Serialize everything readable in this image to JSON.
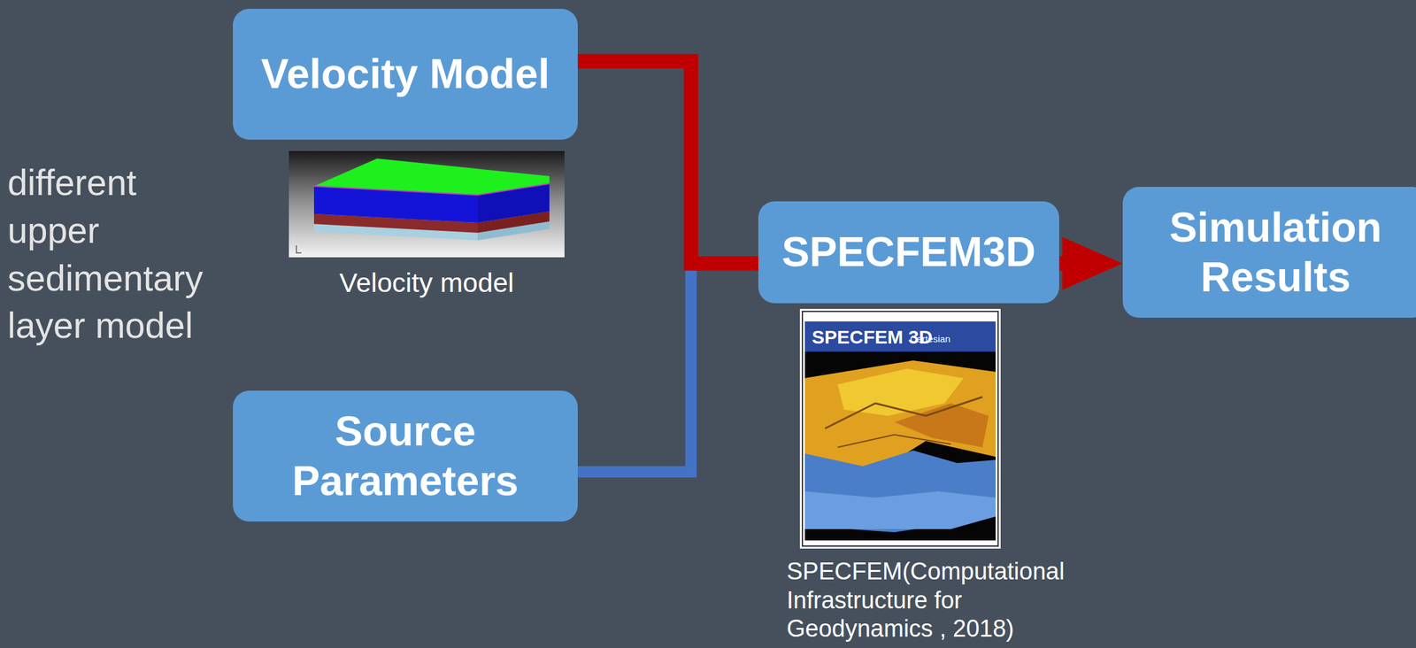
{
  "diagram": {
    "nodes": [
      {
        "text": [
          "Velocity Model"
        ]
      },
      {
        "text": [
          "Source Parameters"
        ]
      },
      {
        "text": [
          "SPECFEM3D"
        ]
      },
      {
        "text": [
          "Simulation Results"
        ]
      }
    ],
    "edges": [
      {
        "from": 1,
        "to": 2,
        "arrow": "none"
      },
      {
        "from": 0,
        "to": 2,
        "arrow": "none"
      },
      {
        "from": 2,
        "to": 3,
        "arrow": "to"
      }
    ],
    "labels": [
      "different upper sedimentary layer model",
      "Velocity model",
      "SPECFEM 3D",
      "Cartesian",
      "SPECFEM(Computational Infrastructure for Geodynamics , 2018)"
    ]
  }
}
